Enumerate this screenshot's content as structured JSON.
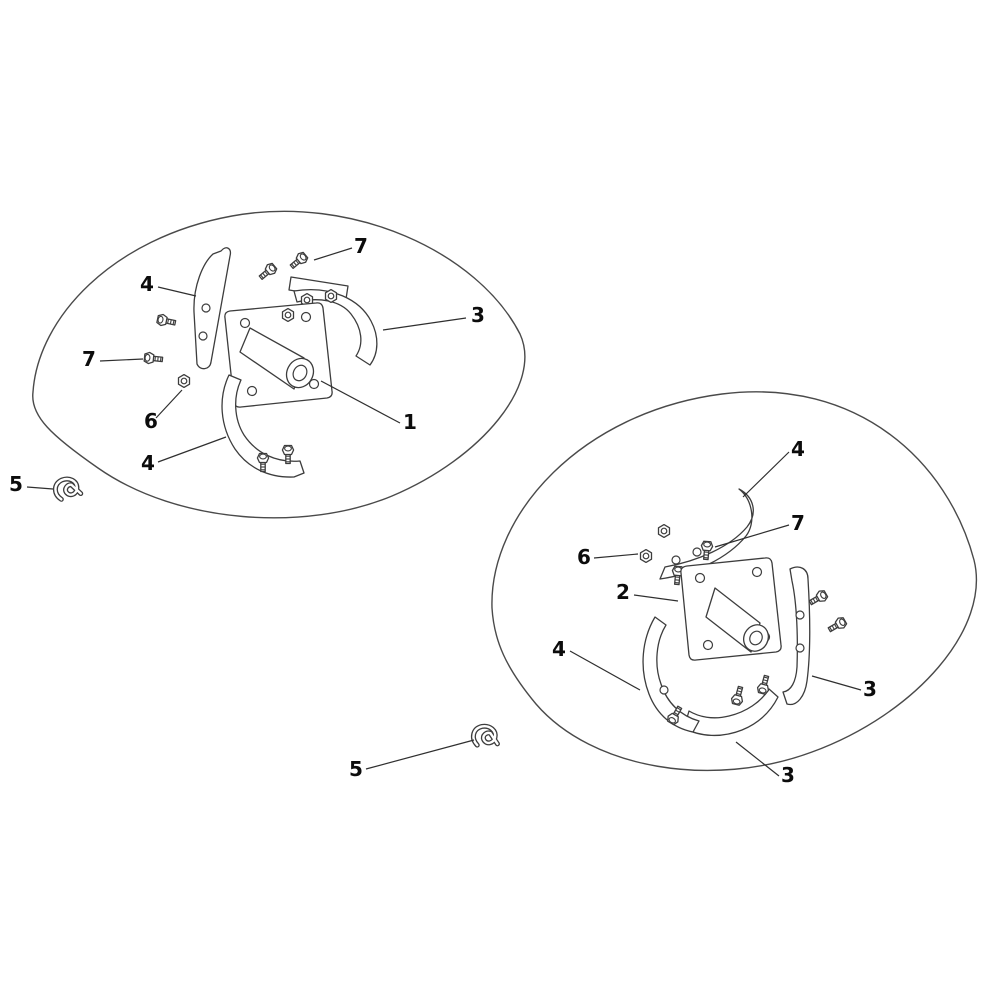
{
  "colors": {
    "line": "#3d3d3d",
    "label": "#0c0c0c",
    "background": "#ffffff"
  },
  "diagram": {
    "left_assembly": {
      "callouts": [
        {
          "part": "hex-bolt-top",
          "label": "7"
        },
        {
          "part": "tine-upper",
          "label": "4"
        },
        {
          "part": "tine-right",
          "label": "3"
        },
        {
          "part": "hex-bolt-side",
          "label": "7"
        },
        {
          "part": "hex-nut",
          "label": "6"
        },
        {
          "part": "hub-shaft",
          "label": "1"
        },
        {
          "part": "tine-lower",
          "label": "4"
        },
        {
          "part": "hairpin-clip",
          "label": "5"
        }
      ]
    },
    "right_assembly": {
      "callouts": [
        {
          "part": "tine-top",
          "label": "4"
        },
        {
          "part": "hex-bolt",
          "label": "7"
        },
        {
          "part": "hex-nut",
          "label": "6"
        },
        {
          "part": "hub-plate",
          "label": "2"
        },
        {
          "part": "tine-left",
          "label": "4"
        },
        {
          "part": "tine-right",
          "label": "3"
        },
        {
          "part": "hairpin-clip",
          "label": "5"
        },
        {
          "part": "tine-bottom",
          "label": "3"
        }
      ]
    }
  }
}
